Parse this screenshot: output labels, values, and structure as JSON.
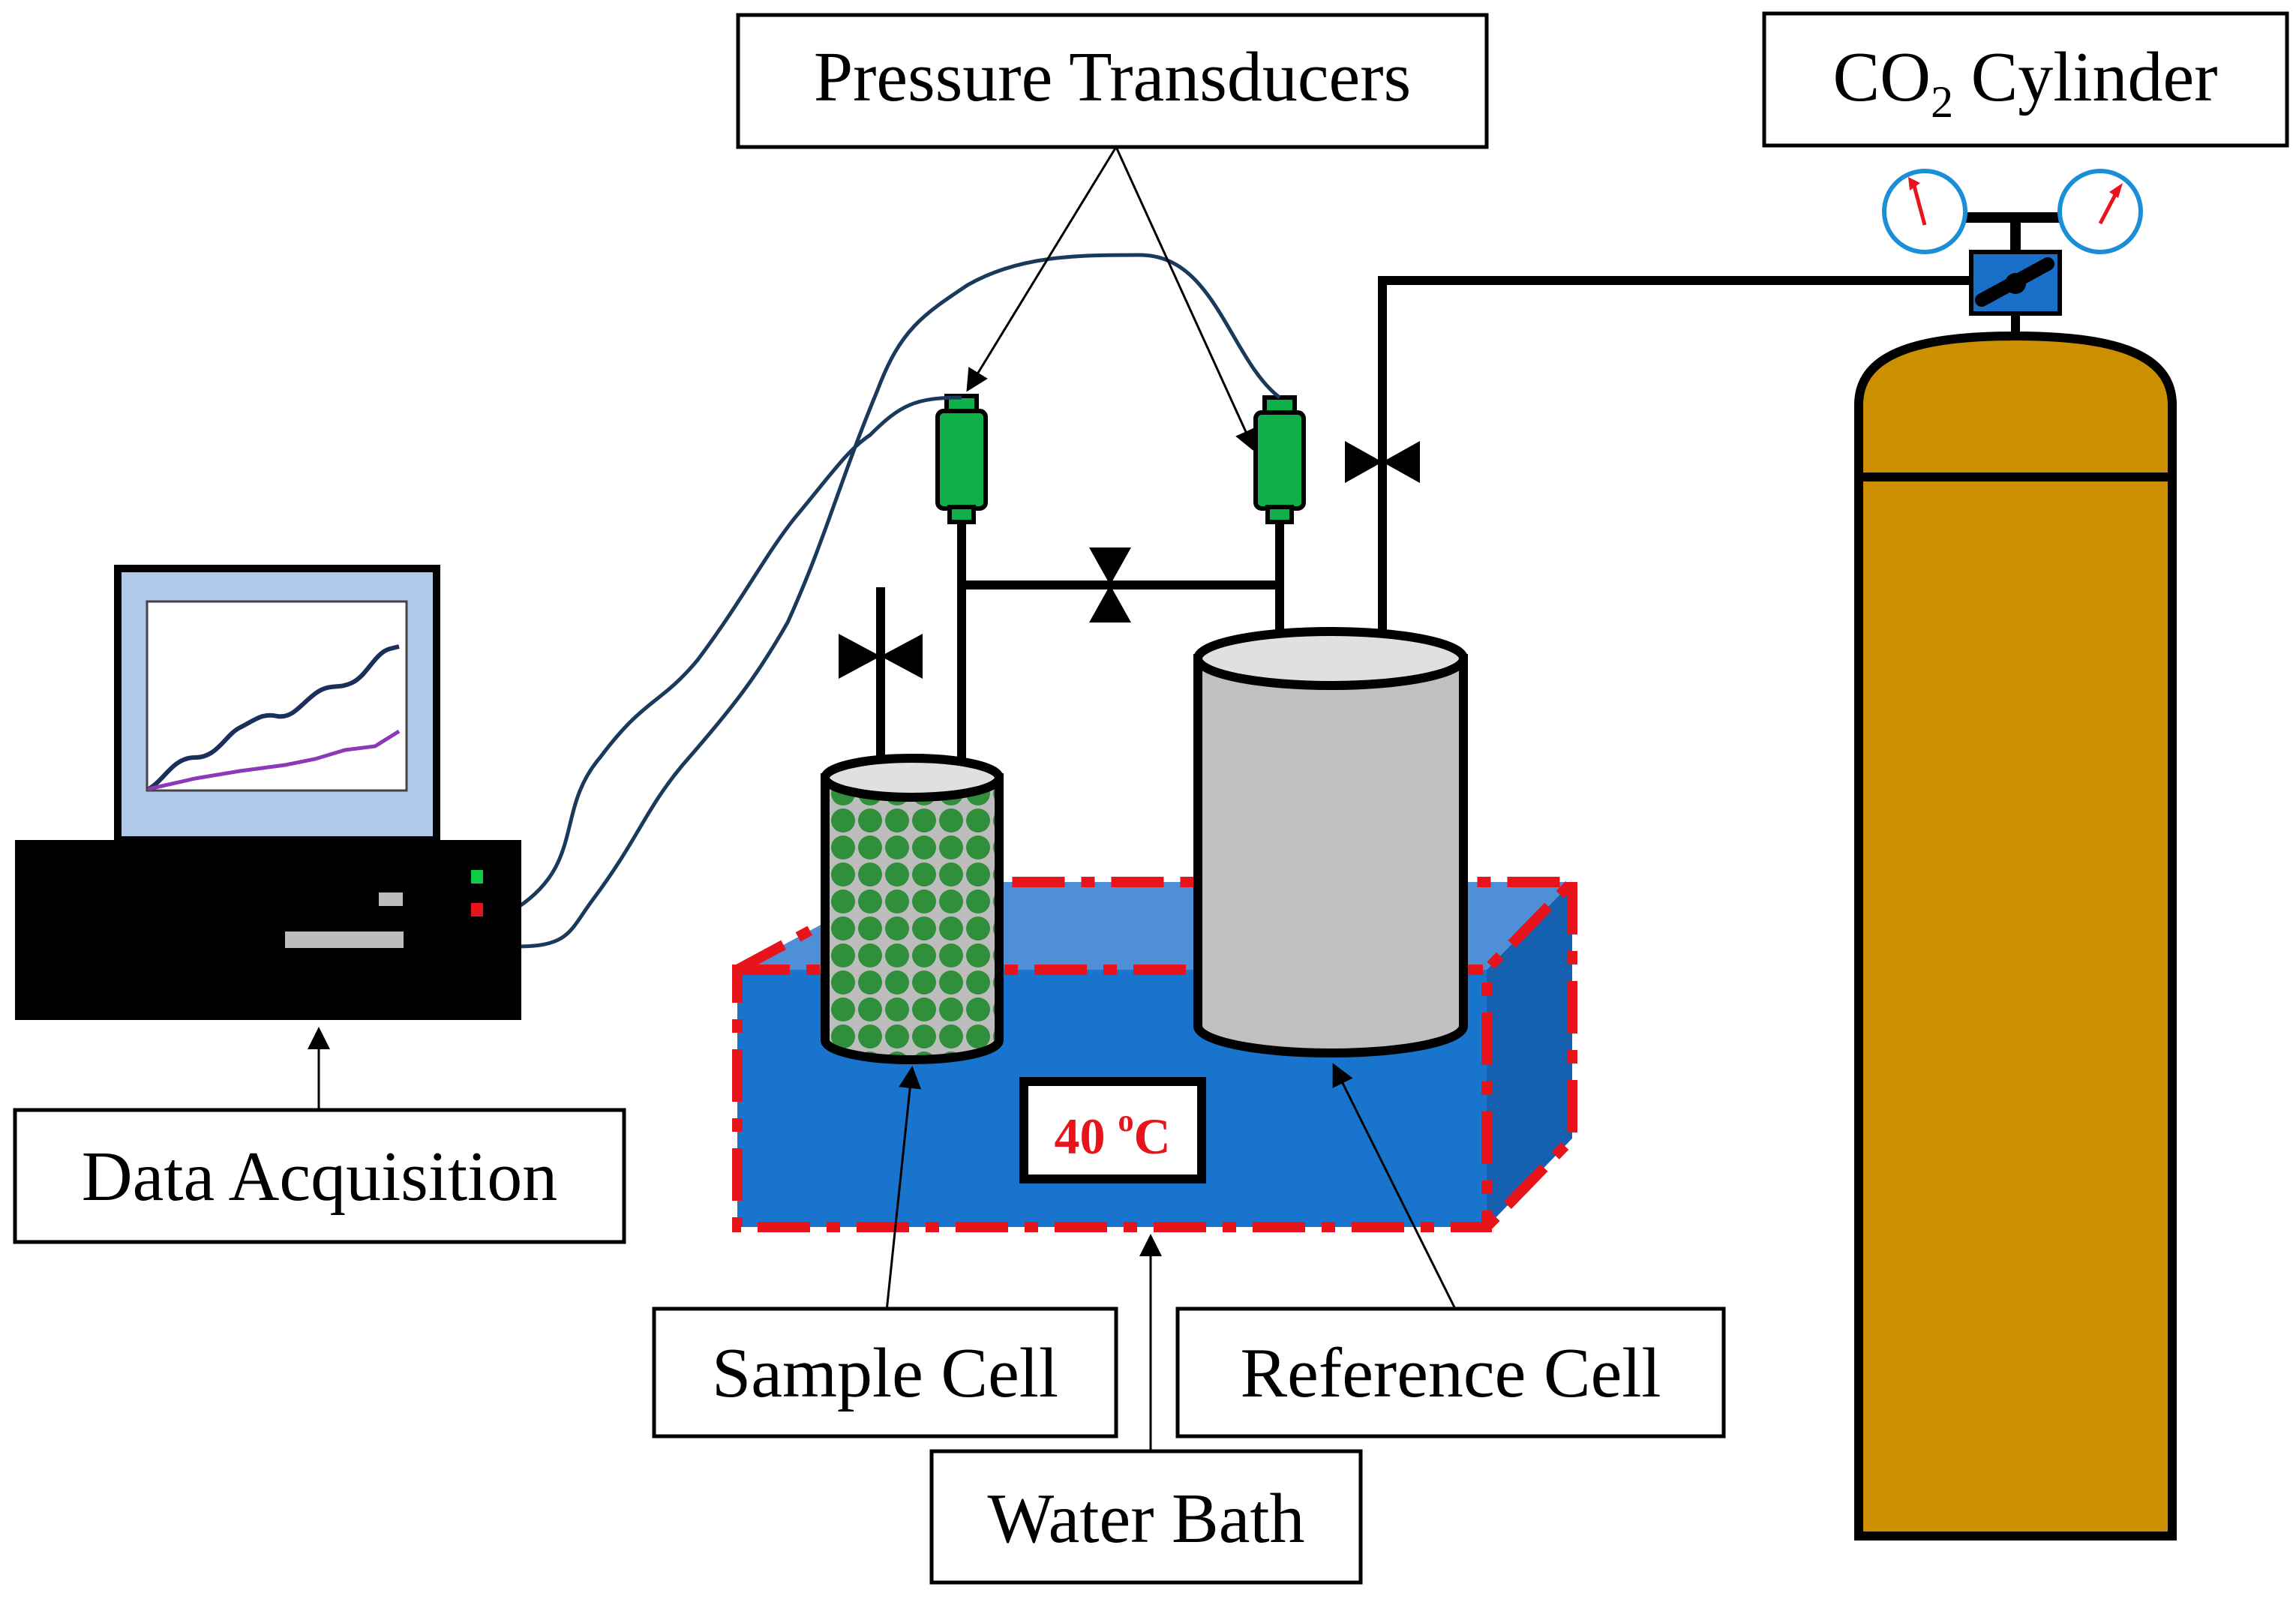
{
  "labels": {
    "pressure_transducers": "Pressure Transducers",
    "co2_prefix": "CO",
    "co2_subscript": "2",
    "co2_suffix": " Cylinder",
    "data_acquisition": "Data Acquisition",
    "sample_cell": "Sample Cell",
    "reference_cell": "Reference Cell",
    "water_bath": "Water Bath",
    "temperature_value": "40 ",
    "temperature_degree": "o",
    "temperature_unit": "C"
  },
  "colors": {
    "water_bath_front": "#1874cd",
    "water_bath_top": "#4f8fd8",
    "water_bath_side": "#1660b0",
    "bath_border": "#e8141c",
    "cylinder_body": "#cc8f00",
    "reference_cell": "#c0c0c0",
    "reference_cell_top": "#e0e0e0",
    "sample_beads": "#2f8f3a",
    "transducer": "#0fb04a",
    "gauge_ring": "#1a8fd8",
    "gauge_needle": "#e8141c",
    "regulator": "#1a6fc8",
    "monitor_screen": "#b0c8ea",
    "plot_line_1": "#1a2f5a",
    "plot_line_2": "#8a3ab8",
    "cable": "#1a3a5c",
    "led_green": "#11cc44",
    "led_red": "#e8141c",
    "temperature_text": "#e8141c"
  },
  "icons": [
    "computer-icon",
    "monitor-icon",
    "valve-icon",
    "gauge-icon",
    "regulator-icon",
    "gas-cylinder-icon",
    "pressure-transducer-icon"
  ]
}
